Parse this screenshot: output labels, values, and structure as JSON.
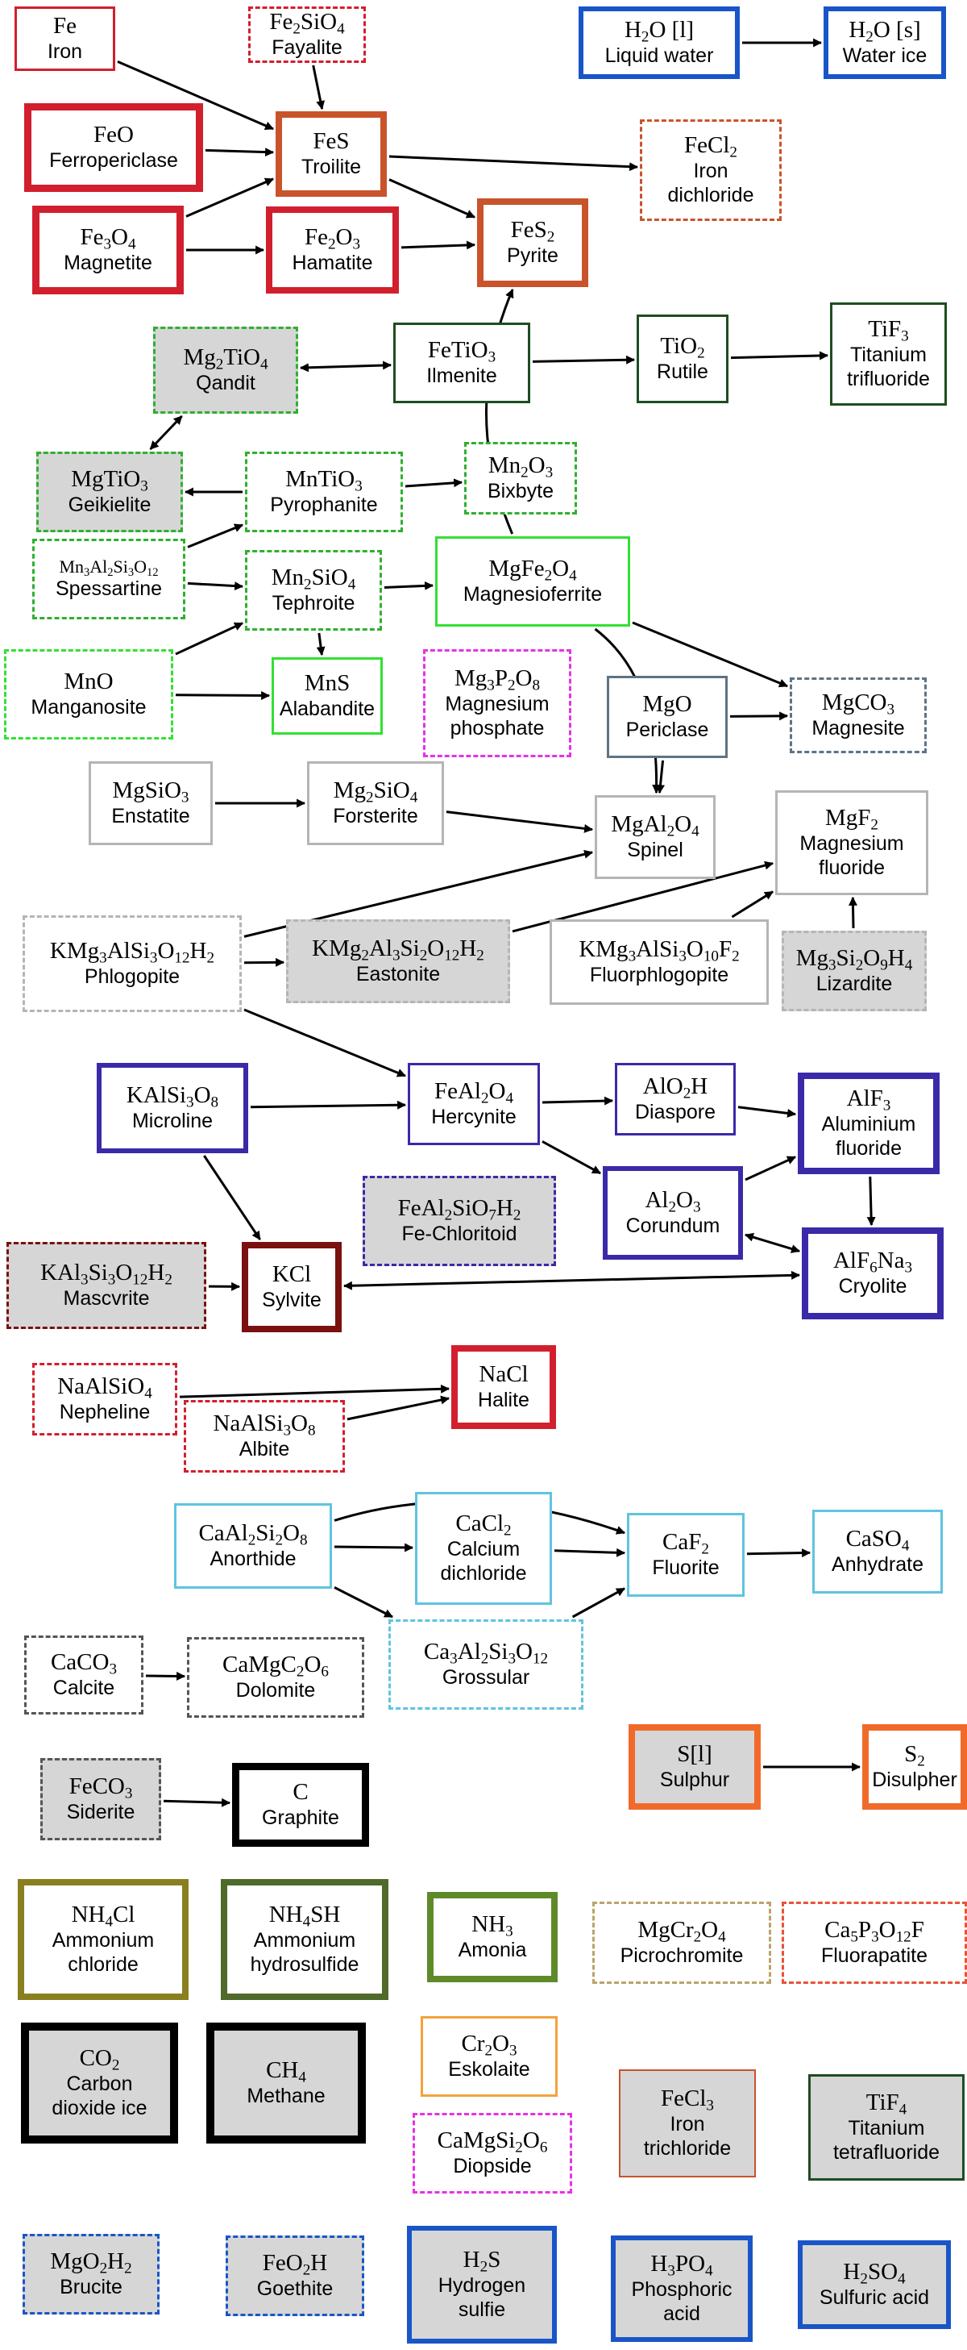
{
  "nodes": [
    {
      "id": "fe",
      "formula": "Fe",
      "name": [
        "Iron"
      ],
      "color": "#d21f2e",
      "bw": 3,
      "dash": false,
      "gray": false
    },
    {
      "id": "fayalite",
      "formula": "Fe2SiO4",
      "name": [
        "Fayalite"
      ],
      "color": "#d21f2e",
      "bw": 3,
      "dash": true,
      "gray": false
    },
    {
      "id": "h2o_l",
      "formula": "H2O [l]",
      "name": [
        "Liquid water"
      ],
      "color": "#1a55c8",
      "bw": 6,
      "dash": false,
      "gray": false
    },
    {
      "id": "h2o_s",
      "formula": "H2O [s]",
      "name": [
        "Water ice"
      ],
      "color": "#1a55c8",
      "bw": 6,
      "dash": false,
      "gray": false
    },
    {
      "id": "feo",
      "formula": "FeO",
      "name": [
        "Ferropericlase"
      ],
      "color": "#d21f2e",
      "bw": 9,
      "dash": false,
      "gray": false
    },
    {
      "id": "fes",
      "formula": "FeS",
      "name": [
        "Troilite"
      ],
      "color": "#c9532b",
      "bw": 8,
      "dash": false,
      "gray": false
    },
    {
      "id": "fecl2",
      "formula": "FeCl2",
      "name": [
        "Iron",
        "dichloride"
      ],
      "color": "#c9532b",
      "bw": 3,
      "dash": true,
      "gray": false
    },
    {
      "id": "fe3o4",
      "formula": "Fe3O4",
      "name": [
        "Magnetite"
      ],
      "color": "#d21f2e",
      "bw": 9,
      "dash": false,
      "gray": false
    },
    {
      "id": "fe2o3",
      "formula": "Fe2O3",
      "name": [
        "Hamatite"
      ],
      "color": "#d21f2e",
      "bw": 8,
      "dash": false,
      "gray": false
    },
    {
      "id": "fes2",
      "formula": "FeS2",
      "name": [
        "Pyrite"
      ],
      "color": "#c9532b",
      "bw": 8,
      "dash": false,
      "gray": false
    },
    {
      "id": "qandit",
      "formula": "Mg2TiO4",
      "name": [
        "Qandit"
      ],
      "color": "#2fb02f",
      "bw": 3,
      "dash": true,
      "gray": true
    },
    {
      "id": "ilmenite",
      "formula": "FeTiO3",
      "name": [
        "Ilmenite"
      ],
      "color": "#1e4d20",
      "bw": 3,
      "dash": false,
      "gray": false
    },
    {
      "id": "rutile",
      "formula": "TiO2",
      "name": [
        "Rutile"
      ],
      "color": "#1e4d20",
      "bw": 3,
      "dash": false,
      "gray": false
    },
    {
      "id": "tif3",
      "formula": "TiF3",
      "name": [
        "Titanium",
        "trifluoride"
      ],
      "color": "#1e4d20",
      "bw": 3,
      "dash": false,
      "gray": false
    },
    {
      "id": "geikielite",
      "formula": "MgTiO3",
      "name": [
        "Geikielite"
      ],
      "color": "#2fb02f",
      "bw": 3,
      "dash": true,
      "gray": true
    },
    {
      "id": "pyrophanite",
      "formula": "MnTiO3",
      "name": [
        "Pyrophanite"
      ],
      "color": "#2fb02f",
      "bw": 3,
      "dash": true,
      "gray": false
    },
    {
      "id": "bixbyte",
      "formula": "Mn2O3",
      "name": [
        "Bixbyte"
      ],
      "color": "#2fb02f",
      "bw": 3,
      "dash": true,
      "gray": false
    },
    {
      "id": "spessartine",
      "formula": "Mn3Al2Si3O12",
      "name": [
        "Spessartine"
      ],
      "color": "#2fb02f",
      "bw": 3,
      "dash": true,
      "gray": false,
      "small": true
    },
    {
      "id": "tephroite",
      "formula": "Mn2SiO4",
      "name": [
        "Tephroite"
      ],
      "color": "#2fb02f",
      "bw": 3,
      "dash": true,
      "gray": false
    },
    {
      "id": "magnesioferrite",
      "formula": "MgFe2O4",
      "name": [
        "Magnesioferrite"
      ],
      "color": "#33e033",
      "bw": 3,
      "dash": false,
      "gray": false
    },
    {
      "id": "manganosite",
      "formula": "MnO",
      "name": [
        "Manganosite"
      ],
      "color": "#33e033",
      "bw": 3,
      "dash": true,
      "gray": false
    },
    {
      "id": "alabandite",
      "formula": "MnS",
      "name": [
        "Alabandite"
      ],
      "color": "#33e033",
      "bw": 3,
      "dash": false,
      "gray": false
    },
    {
      "id": "mg3p2o8",
      "formula": "Mg3P2O8",
      "name": [
        "Magnesium",
        "phosphate"
      ],
      "color": "#e632e6",
      "bw": 3,
      "dash": true,
      "gray": false
    },
    {
      "id": "periclase",
      "formula": "MgO",
      "name": [
        "Periclase"
      ],
      "color": "#5e7384",
      "bw": 3,
      "dash": false,
      "gray": false
    },
    {
      "id": "magnesite",
      "formula": "MgCO3",
      "name": [
        "Magnesite"
      ],
      "color": "#5e7384",
      "bw": 3,
      "dash": true,
      "gray": false
    },
    {
      "id": "enstatite",
      "formula": "MgSiO3",
      "name": [
        "Enstatite"
      ],
      "color": "#b5b5b5",
      "bw": 3,
      "dash": false,
      "gray": false
    },
    {
      "id": "forsterite",
      "formula": "Mg2SiO4",
      "name": [
        "Forsterite"
      ],
      "color": "#b5b5b5",
      "bw": 3,
      "dash": false,
      "gray": false
    },
    {
      "id": "spinel",
      "formula": "MgAl2O4",
      "name": [
        "Spinel"
      ],
      "color": "#b5b5b5",
      "bw": 3,
      "dash": false,
      "gray": false
    },
    {
      "id": "mgf2",
      "formula": "MgF2",
      "name": [
        "Magnesium",
        "fluoride"
      ],
      "color": "#b5b5b5",
      "bw": 3,
      "dash": false,
      "gray": false
    },
    {
      "id": "phlogopite",
      "formula": "KMg3AlSi3O12H2",
      "name": [
        "Phlogopite"
      ],
      "color": "#b5b5b5",
      "bw": 3,
      "dash": true,
      "gray": false
    },
    {
      "id": "eastonite",
      "formula": "KMg2Al3Si2O12H2",
      "name": [
        "Eastonite"
      ],
      "color": "#b5b5b5",
      "bw": 3,
      "dash": true,
      "gray": true
    },
    {
      "id": "fluorphlogopite",
      "formula": "KMg3AlSi3O10F2",
      "name": [
        "Fluorphlogopite"
      ],
      "color": "#b5b5b5",
      "bw": 3,
      "dash": false,
      "gray": false
    },
    {
      "id": "lizardite",
      "formula": "Mg3Si2O9H4",
      "name": [
        "Lizardite"
      ],
      "color": "#b5b5b5",
      "bw": 3,
      "dash": true,
      "gray": true
    },
    {
      "id": "microline",
      "formula": "KAlSi3O8",
      "name": [
        "Microline"
      ],
      "color": "#3a2aa8",
      "bw": 6,
      "dash": false,
      "gray": false
    },
    {
      "id": "hercynite",
      "formula": "FeAl2O4",
      "name": [
        "Hercynite"
      ],
      "color": "#3a2aa8",
      "bw": 3,
      "dash": false,
      "gray": false
    },
    {
      "id": "diaspore",
      "formula": "AlO2H",
      "name": [
        "Diaspore"
      ],
      "color": "#3a2aa8",
      "bw": 3,
      "dash": false,
      "gray": false
    },
    {
      "id": "alf3",
      "formula": "AlF3",
      "name": [
        "Aluminium",
        "fluoride"
      ],
      "color": "#3a2aa8",
      "bw": 8,
      "dash": false,
      "gray": false
    },
    {
      "id": "chloritoid",
      "formula": "FeAl2SiO7H2",
      "name": [
        "Fe-Chloritoid"
      ],
      "color": "#3a2aa8",
      "bw": 3,
      "dash": true,
      "gray": true
    },
    {
      "id": "corundum",
      "formula": "Al2O3",
      "name": [
        "Corundum"
      ],
      "color": "#3a2aa8",
      "bw": 6,
      "dash": false,
      "gray": false
    },
    {
      "id": "mascvrite",
      "formula": "KAl3Si3O12H2",
      "name": [
        "Mascvrite"
      ],
      "color": "#7a1010",
      "bw": 3,
      "dash": true,
      "gray": true
    },
    {
      "id": "sylvite",
      "formula": "KCl",
      "name": [
        "Sylvite"
      ],
      "color": "#7a1010",
      "bw": 8,
      "dash": false,
      "gray": false
    },
    {
      "id": "cryolite",
      "formula": "AlF6Na3",
      "name": [
        "Cryolite"
      ],
      "color": "#3a2aa8",
      "bw": 8,
      "dash": false,
      "gray": false
    },
    {
      "id": "nepheline",
      "formula": "NaAlSiO4",
      "name": [
        "Nepheline"
      ],
      "color": "#d21f2e",
      "bw": 3,
      "dash": true,
      "gray": false
    },
    {
      "id": "halite",
      "formula": "NaCl",
      "name": [
        "Halite"
      ],
      "color": "#d21f2e",
      "bw": 8,
      "dash": false,
      "gray": false
    },
    {
      "id": "albite",
      "formula": "NaAlSi3O8",
      "name": [
        "Albite"
      ],
      "color": "#d21f2e",
      "bw": 3,
      "dash": true,
      "gray": false
    },
    {
      "id": "anorthide",
      "formula": "CaAl2Si2O8",
      "name": [
        "Anorthide"
      ],
      "color": "#5fc4e0",
      "bw": 3,
      "dash": false,
      "gray": false
    },
    {
      "id": "cacl2",
      "formula": "CaCl2",
      "name": [
        "Calcium",
        "dichloride"
      ],
      "color": "#5fc4e0",
      "bw": 3,
      "dash": false,
      "gray": false
    },
    {
      "id": "fluorite",
      "formula": "CaF2",
      "name": [
        "Fluorite"
      ],
      "color": "#5fc4e0",
      "bw": 3,
      "dash": false,
      "gray": false
    },
    {
      "id": "anhydrate",
      "formula": "CaSO4",
      "name": [
        "Anhydrate"
      ],
      "color": "#5fc4e0",
      "bw": 3,
      "dash": false,
      "gray": false
    },
    {
      "id": "grossular",
      "formula": "Ca3Al2Si3O12",
      "name": [
        "Grossular"
      ],
      "color": "#5fc4e0",
      "bw": 3,
      "dash": true,
      "gray": false
    },
    {
      "id": "calcite",
      "formula": "CaCO3",
      "name": [
        "Calcite"
      ],
      "color": "#555555",
      "bw": 3,
      "dash": true,
      "gray": false
    },
    {
      "id": "dolomite",
      "formula": "CaMgC2O6",
      "name": [
        "Dolomite"
      ],
      "color": "#555555",
      "bw": 3,
      "dash": true,
      "gray": false
    },
    {
      "id": "sulphur",
      "formula": "S[l]",
      "name": [
        "Sulphur"
      ],
      "color": "#f26a2a",
      "bw": 8,
      "dash": false,
      "gray": true
    },
    {
      "id": "disulpher",
      "formula": "S2",
      "name": [
        "Disulpher"
      ],
      "color": "#f26a2a",
      "bw": 8,
      "dash": false,
      "gray": false
    },
    {
      "id": "siderite",
      "formula": "FeCO3",
      "name": [
        "Siderite"
      ],
      "color": "#555555",
      "bw": 3,
      "dash": true,
      "gray": true
    },
    {
      "id": "graphite",
      "formula": "C",
      "name": [
        "Graphite"
      ],
      "color": "#000000",
      "bw": 9,
      "dash": false,
      "gray": false
    },
    {
      "id": "nh4cl",
      "formula": "NH4Cl",
      "name": [
        "Ammonium",
        "chloride"
      ],
      "color": "#8a7f1f",
      "bw": 8,
      "dash": false,
      "gray": false
    },
    {
      "id": "nh4sh",
      "formula": "NH4SH",
      "name": [
        "Ammonium",
        "hydrosulfide"
      ],
      "color": "#4f6a2a",
      "bw": 8,
      "dash": false,
      "gray": false
    },
    {
      "id": "nh3",
      "formula": "NH3",
      "name": [
        "Amonia"
      ],
      "color": "#5f8a2a",
      "bw": 8,
      "dash": false,
      "gray": false
    },
    {
      "id": "picrochromite",
      "formula": "MgCr2O4",
      "name": [
        "Picrochromite"
      ],
      "color": "#b9a46a",
      "bw": 3,
      "dash": true,
      "gray": false
    },
    {
      "id": "fluorapatite",
      "formula": "Ca5P3O12F",
      "name": [
        "Fluorapatite"
      ],
      "color": "#e8533a",
      "bw": 3,
      "dash": true,
      "gray": false
    },
    {
      "id": "co2",
      "formula": "CO2",
      "name": [
        "Carbon",
        "dioxide ice"
      ],
      "color": "#000000",
      "bw": 10,
      "dash": false,
      "gray": true
    },
    {
      "id": "ch4",
      "formula": "CH4",
      "name": [
        "Methane"
      ],
      "color": "#000000",
      "bw": 10,
      "dash": false,
      "gray": true
    },
    {
      "id": "eskolaite",
      "formula": "Cr2O3",
      "name": [
        "Eskolaite"
      ],
      "color": "#f2a33a",
      "bw": 3,
      "dash": false,
      "gray": false
    },
    {
      "id": "fecl3",
      "formula": "FeCl3",
      "name": [
        "Iron",
        "trichloride"
      ],
      "color": "#c9532b",
      "bw": 2,
      "dash": false,
      "gray": true
    },
    {
      "id": "tif4",
      "formula": "TiF4",
      "name": [
        "Titanium",
        "tetrafluoride"
      ],
      "color": "#1e4d20",
      "bw": 3,
      "dash": false,
      "gray": true
    },
    {
      "id": "diopside",
      "formula": "CaMgSi2O6",
      "name": [
        "Diopside"
      ],
      "color": "#e632e6",
      "bw": 3,
      "dash": true,
      "gray": false
    },
    {
      "id": "brucite",
      "formula": "MgO2H2",
      "name": [
        "Brucite"
      ],
      "color": "#1a55c8",
      "bw": 3,
      "dash": true,
      "gray": true
    },
    {
      "id": "goethite",
      "formula": "FeO2H",
      "name": [
        "Goethite"
      ],
      "color": "#1a55c8",
      "bw": 3,
      "dash": true,
      "gray": true
    },
    {
      "id": "h2s",
      "formula": "H2S",
      "name": [
        "Hydrogen",
        "sulfie"
      ],
      "color": "#1a55c8",
      "bw": 6,
      "dash": false,
      "gray": true
    },
    {
      "id": "h3po4",
      "formula": "H3PO4",
      "name": [
        "Phosphoric",
        "acid"
      ],
      "color": "#1a55c8",
      "bw": 6,
      "dash": false,
      "gray": true
    },
    {
      "id": "h2so4",
      "formula": "H2SO4",
      "name": [
        "Sulfuric acid"
      ],
      "color": "#1a55c8",
      "bw": 6,
      "dash": false,
      "gray": true
    }
  ],
  "edges": [
    {
      "from": "fe",
      "to": "fes"
    },
    {
      "from": "fayalite",
      "to": "fes"
    },
    {
      "from": "feo",
      "to": "fes"
    },
    {
      "from": "fe3o4",
      "to": "fes"
    },
    {
      "from": "fe3o4",
      "to": "fe2o3"
    },
    {
      "from": "fes",
      "to": "fecl2"
    },
    {
      "from": "fes",
      "to": "fes2"
    },
    {
      "from": "fe2o3",
      "to": "fes2"
    },
    {
      "from": "h2o_l",
      "to": "h2o_s"
    },
    {
      "from": "qandit",
      "to": "ilmenite",
      "both": true
    },
    {
      "from": "ilmenite",
      "to": "rutile"
    },
    {
      "from": "rutile",
      "to": "tif3"
    },
    {
      "from": "qandit",
      "to": "geikielite",
      "both": true
    },
    {
      "from": "pyrophanite",
      "to": "geikielite"
    },
    {
      "from": "pyrophanite",
      "to": "bixbyte"
    },
    {
      "from": "spessartine",
      "to": "pyrophanite"
    },
    {
      "from": "spessartine",
      "to": "tephroite"
    },
    {
      "from": "tephroite",
      "to": "magnesioferrite"
    },
    {
      "from": "tephroite",
      "to": "alabandite"
    },
    {
      "from": "manganosite",
      "to": "tephroite"
    },
    {
      "from": "manganosite",
      "to": "alabandite"
    },
    {
      "from": "magnesioferrite",
      "to": "fes2",
      "curve": true
    },
    {
      "from": "magnesioferrite",
      "to": "magnesite"
    },
    {
      "from": "magnesioferrite",
      "to": "spinel",
      "curve": true
    },
    {
      "from": "periclase",
      "to": "magnesite"
    },
    {
      "from": "periclase",
      "to": "spinel"
    },
    {
      "from": "enstatite",
      "to": "forsterite"
    },
    {
      "from": "forsterite",
      "to": "spinel"
    },
    {
      "from": "phlogopite",
      "to": "spinel"
    },
    {
      "from": "phlogopite",
      "to": "eastonite"
    },
    {
      "from": "phlogopite",
      "to": "hercynite"
    },
    {
      "from": "eastonite",
      "to": "mgf2"
    },
    {
      "from": "fluorphlogopite",
      "to": "mgf2"
    },
    {
      "from": "lizardite",
      "to": "mgf2"
    },
    {
      "from": "microline",
      "to": "hercynite"
    },
    {
      "from": "microline",
      "to": "sylvite"
    },
    {
      "from": "hercynite",
      "to": "diaspore"
    },
    {
      "from": "hercynite",
      "to": "corundum"
    },
    {
      "from": "diaspore",
      "to": "alf3"
    },
    {
      "from": "corundum",
      "to": "alf3"
    },
    {
      "from": "alf3",
      "to": "cryolite"
    },
    {
      "from": "corundum",
      "to": "cryolite",
      "both": true
    },
    {
      "from": "mascvrite",
      "to": "sylvite"
    },
    {
      "from": "sylvite",
      "to": "cryolite",
      "both": true
    },
    {
      "from": "nepheline",
      "to": "halite"
    },
    {
      "from": "albite",
      "to": "halite"
    },
    {
      "from": "anorthide",
      "to": "cacl2"
    },
    {
      "from": "anorthide",
      "to": "grossular"
    },
    {
      "from": "anorthide",
      "to": "fluorite",
      "curve": true
    },
    {
      "from": "cacl2",
      "to": "fluorite"
    },
    {
      "from": "grossular",
      "to": "fluorite"
    },
    {
      "from": "fluorite",
      "to": "anhydrate"
    },
    {
      "from": "calcite",
      "to": "dolomite"
    },
    {
      "from": "sulphur",
      "to": "disulpher"
    },
    {
      "from": "siderite",
      "to": "graphite"
    }
  ]
}
